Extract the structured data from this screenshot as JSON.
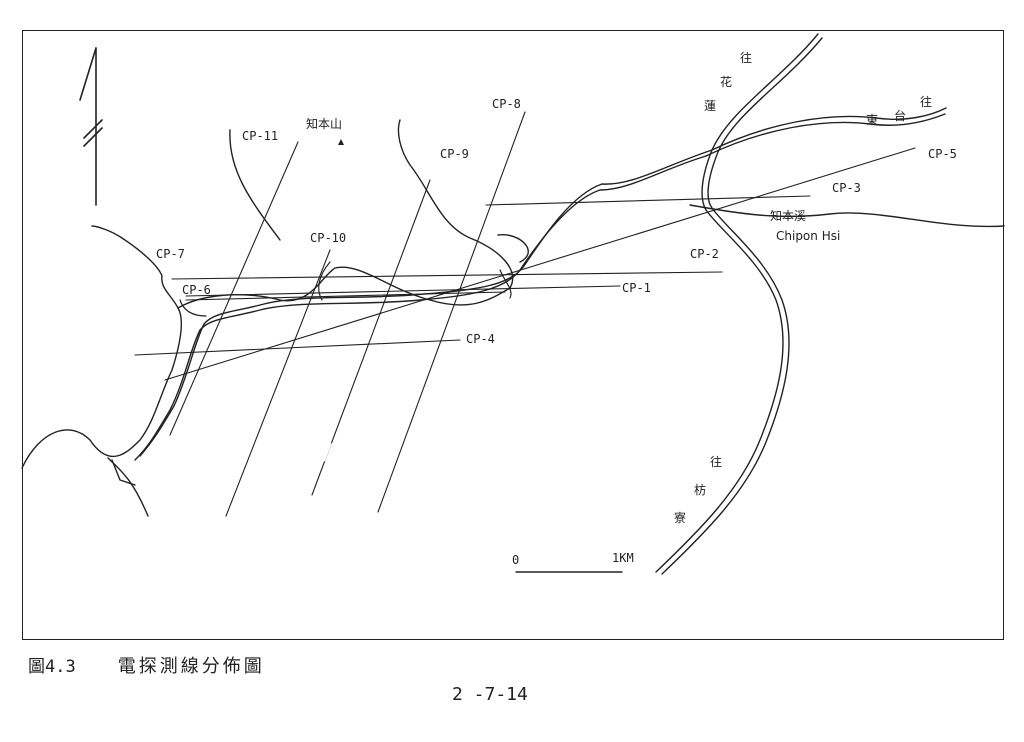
{
  "caption": {
    "figure_number": "圖4.3",
    "title": "電探測線分佈圖"
  },
  "page_number": "2 -7-14",
  "scale_bar": {
    "start_label": "0",
    "end_label": "1KM"
  },
  "place_labels": {
    "mountain": "知本山",
    "river": "知本溪",
    "river_roman": "Chipon Hsi",
    "to_hualien": [
      "往",
      "花",
      "蓮"
    ],
    "to_taitung": [
      "往",
      "台",
      "東"
    ],
    "to_fangliao": [
      "往",
      "枋",
      "寮"
    ]
  },
  "survey_lines": [
    {
      "id": "CP-1",
      "label": "CP-1"
    },
    {
      "id": "CP-2",
      "label": "CP-2"
    },
    {
      "id": "CP-3",
      "label": "CP-3"
    },
    {
      "id": "CP-4",
      "label": "CP-4"
    },
    {
      "id": "CP-5",
      "label": "CP-5"
    },
    {
      "id": "CP-6",
      "label": "CP-6"
    },
    {
      "id": "CP-7",
      "label": "CP-7"
    },
    {
      "id": "CP-8",
      "label": "CP-8"
    },
    {
      "id": "CP-9",
      "label": "CP-9"
    },
    {
      "id": "CP-10",
      "label": "CP-10"
    },
    {
      "id": "CP-11",
      "label": "CP-11"
    }
  ],
  "colors": {
    "ink": "#222222",
    "paper": "#ffffff"
  }
}
